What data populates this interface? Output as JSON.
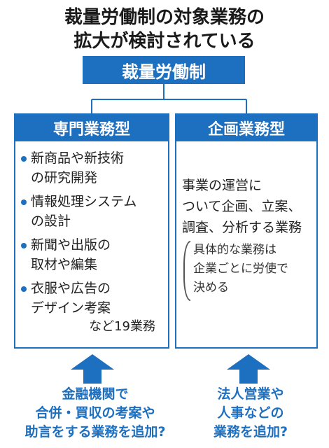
{
  "title": {
    "line1": "裁量労働制の対象業務の",
    "line2": "拡大が検討されている"
  },
  "root": {
    "label": "裁量労働制"
  },
  "left_panel": {
    "header": "専門業務型",
    "items": [
      {
        "line1": "新商品や新技術",
        "line2": "の研究開発"
      },
      {
        "line1": "情報処理システム",
        "line2": "の設計"
      },
      {
        "line1": "新聞や出版の",
        "line2": "取材や編集"
      },
      {
        "line1": "衣服や広告の",
        "line2": "デザイン考案"
      }
    ],
    "footnote": "など19業務"
  },
  "right_panel": {
    "header": "企画業務型",
    "desc": {
      "line1": "事業の運営に",
      "line2": "ついて企画、立案、",
      "line3": "調査、分析する業務"
    },
    "note": {
      "line1": "具体的な業務は",
      "line2": "企業ごとに労使で",
      "line3": "決める"
    }
  },
  "bottom_left": {
    "line1": "金融機関で",
    "line2": "合併・買収の考案や",
    "line3": "助言をする業務を追加?"
  },
  "bottom_right": {
    "line1": "法人営業や",
    "line2": "人事などの",
    "line3": "業務を追加?"
  },
  "colors": {
    "accent": "#1d6fc0",
    "arrow": "#1d6fc0"
  }
}
